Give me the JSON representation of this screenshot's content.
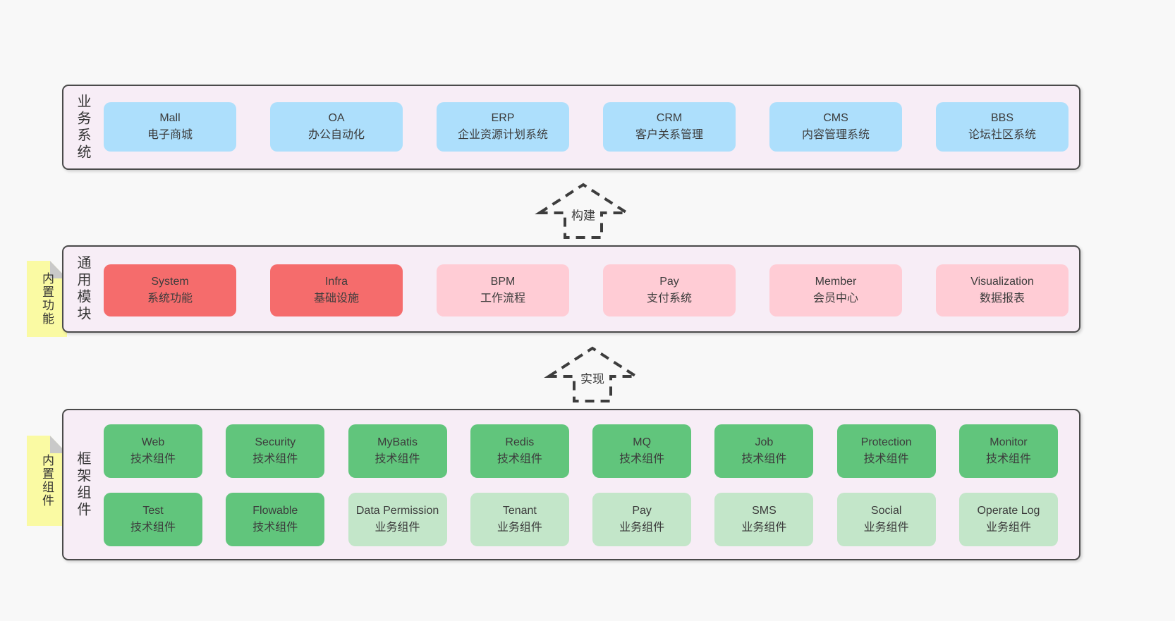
{
  "palette": {
    "page_bg": "#f8f8f8",
    "layer_bg": "#f7edf6",
    "layer_border": "#4a4a4a",
    "box_blue": "#addffc",
    "box_red": "#f56c6c",
    "box_pink": "#ffccd5",
    "box_green": "#61c57c",
    "box_light_green": "#c3e6c9",
    "note_yellow": "#fafaa3",
    "note_fold_gray": "#c9c9c9",
    "text": "#3c3c3c"
  },
  "arrows": [
    {
      "label": "构建"
    },
    {
      "label": "实现"
    }
  ],
  "layers": [
    {
      "label": "业务系统",
      "boxes": [
        {
          "name": "Mall",
          "desc": "电子商城"
        },
        {
          "name": "OA",
          "desc": "办公自动化"
        },
        {
          "name": "ERP",
          "desc": "企业资源计划系统"
        },
        {
          "name": "CRM",
          "desc": "客户关系管理"
        },
        {
          "name": "CMS",
          "desc": "内容管理系统"
        },
        {
          "name": "BBS",
          "desc": "论坛社区系统"
        }
      ]
    },
    {
      "label": "通用模块",
      "note": "内置功能",
      "boxes": [
        {
          "name": "System",
          "desc": "系统功能"
        },
        {
          "name": "Infra",
          "desc": "基础设施"
        },
        {
          "name": "BPM",
          "desc": "工作流程"
        },
        {
          "name": "Pay",
          "desc": "支付系统"
        },
        {
          "name": "Member",
          "desc": "会员中心"
        },
        {
          "name": "Visualization",
          "desc": "数据报表"
        }
      ]
    },
    {
      "label": "框架组件",
      "note": "内置组件",
      "rows": [
        [
          {
            "name": "Web",
            "desc": "技术组件"
          },
          {
            "name": "Security",
            "desc": "技术组件"
          },
          {
            "name": "MyBatis",
            "desc": "技术组件"
          },
          {
            "name": "Redis",
            "desc": "技术组件"
          },
          {
            "name": "MQ",
            "desc": "技术组件"
          },
          {
            "name": "Job",
            "desc": "技术组件"
          },
          {
            "name": "Protection",
            "desc": "技术组件"
          },
          {
            "name": "Monitor",
            "desc": "技术组件"
          }
        ],
        [
          {
            "name": "Test",
            "desc": "技术组件"
          },
          {
            "name": "Flowable",
            "desc": "技术组件"
          },
          {
            "name": "Data Permission",
            "desc": "业务组件"
          },
          {
            "name": "Tenant",
            "desc": "业务组件"
          },
          {
            "name": "Pay",
            "desc": "业务组件"
          },
          {
            "name": "SMS",
            "desc": "业务组件"
          },
          {
            "name": "Social",
            "desc": "业务组件"
          },
          {
            "name": "Operate Log",
            "desc": "业务组件"
          }
        ]
      ]
    }
  ]
}
